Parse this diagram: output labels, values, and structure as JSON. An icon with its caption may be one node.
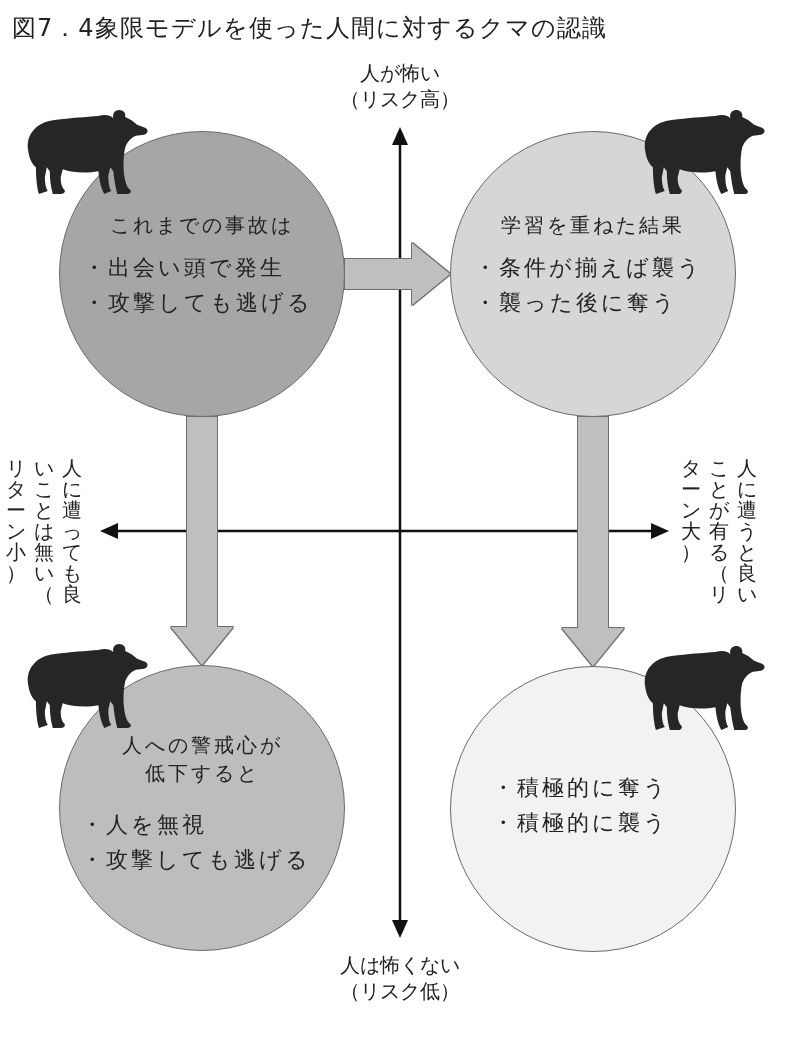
{
  "diagram": {
    "title": "図7．4象限モデルを使った人間に対するクマの認識",
    "nodes": [
      {
        "text": [
          "これまでの事故は",
          "・出会い頭で発生",
          "・攻撃しても逃げる"
        ]
      },
      {
        "text": [
          "学習を重ねた結果",
          "・条件が揃えば襲う",
          "・襲った後に奪う"
        ]
      },
      {
        "text": [
          "人への警戒心が低下すると",
          "・人を無視",
          "・攻撃しても逃げる"
        ]
      },
      {
        "text": [
          "・積極的に奪う",
          "・積極的に襲う"
        ]
      }
    ],
    "edges": [
      {
        "from": 0,
        "to": 1,
        "arrow": "to"
      },
      {
        "from": 0,
        "to": 2,
        "arrow": "to"
      },
      {
        "from": 1,
        "to": 3,
        "arrow": "to"
      }
    ],
    "labels": [
      "人が怖い（リスク高）",
      "人に遭っても良いことは無い（リターン小）",
      "人に遭うと良いことが有る（リターン大）",
      "人は怖くない（リスク低）"
    ]
  }
}
